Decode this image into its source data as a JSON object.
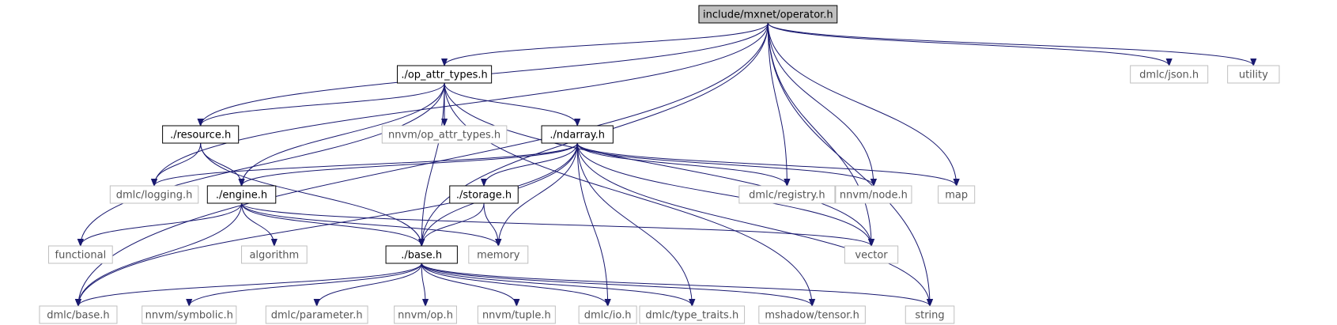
{
  "colors": {
    "edge": "#191970",
    "root_fill": "#bfbfbf",
    "root_border": "#000000",
    "local_border": "#000000",
    "external_border": "#bfbfbf",
    "local_text": "#000000",
    "external_text": "#555555"
  },
  "nodes": [
    {
      "id": "operator",
      "label": "include/mxnet/operator.h",
      "kind": "root"
    },
    {
      "id": "op_attr_types",
      "label": "./op_attr_types.h",
      "kind": "local"
    },
    {
      "id": "resource",
      "label": "./resource.h",
      "kind": "local"
    },
    {
      "id": "ndarray",
      "label": "./ndarray.h",
      "kind": "local"
    },
    {
      "id": "engine",
      "label": "./engine.h",
      "kind": "local"
    },
    {
      "id": "storage",
      "label": "./storage.h",
      "kind": "local"
    },
    {
      "id": "base",
      "label": "./base.h",
      "kind": "local"
    },
    {
      "id": "dmlc_json",
      "label": "dmlc/json.h",
      "kind": "external"
    },
    {
      "id": "utility",
      "label": "utility",
      "kind": "external"
    },
    {
      "id": "nnvm_op_attr",
      "label": "nnvm/op_attr_types.h",
      "kind": "external"
    },
    {
      "id": "dmlc_logging",
      "label": "dmlc/logging.h",
      "kind": "external"
    },
    {
      "id": "dmlc_registry",
      "label": "dmlc/registry.h",
      "kind": "external"
    },
    {
      "id": "nnvm_node",
      "label": "nnvm/node.h",
      "kind": "external"
    },
    {
      "id": "map",
      "label": "map",
      "kind": "external"
    },
    {
      "id": "functional",
      "label": "functional",
      "kind": "external"
    },
    {
      "id": "algorithm",
      "label": "algorithm",
      "kind": "external"
    },
    {
      "id": "memory",
      "label": "memory",
      "kind": "external"
    },
    {
      "id": "vector",
      "label": "vector",
      "kind": "external"
    },
    {
      "id": "dmlc_base",
      "label": "dmlc/base.h",
      "kind": "external"
    },
    {
      "id": "nnvm_symbolic",
      "label": "nnvm/symbolic.h",
      "kind": "external"
    },
    {
      "id": "dmlc_parameter",
      "label": "dmlc/parameter.h",
      "kind": "external"
    },
    {
      "id": "nnvm_op",
      "label": "nnvm/op.h",
      "kind": "external"
    },
    {
      "id": "nnvm_tuple",
      "label": "nnvm/tuple.h",
      "kind": "external"
    },
    {
      "id": "dmlc_io",
      "label": "dmlc/io.h",
      "kind": "external"
    },
    {
      "id": "dmlc_type_traits",
      "label": "dmlc/type_traits.h",
      "kind": "external"
    },
    {
      "id": "mshadow_tensor",
      "label": "mshadow/tensor.h",
      "kind": "external"
    },
    {
      "id": "string",
      "label": "string",
      "kind": "external"
    }
  ],
  "edges": [
    [
      "operator",
      "op_attr_types"
    ],
    [
      "operator",
      "resource"
    ],
    [
      "operator",
      "dmlc_logging"
    ],
    [
      "operator",
      "base"
    ],
    [
      "operator",
      "dmlc_base"
    ],
    [
      "operator",
      "dmlc_registry"
    ],
    [
      "operator",
      "nnvm_node"
    ],
    [
      "operator",
      "map"
    ],
    [
      "operator",
      "vector"
    ],
    [
      "operator",
      "string"
    ],
    [
      "operator",
      "dmlc_json"
    ],
    [
      "operator",
      "utility"
    ],
    [
      "op_attr_types",
      "resource"
    ],
    [
      "op_attr_types",
      "engine"
    ],
    [
      "op_attr_types",
      "base"
    ],
    [
      "op_attr_types",
      "nnvm_op_attr"
    ],
    [
      "op_attr_types",
      "ndarray"
    ],
    [
      "op_attr_types",
      "functional"
    ],
    [
      "op_attr_types",
      "vector"
    ],
    [
      "op_attr_types",
      "mshadow_tensor"
    ],
    [
      "resource",
      "dmlc_logging"
    ],
    [
      "resource",
      "engine"
    ],
    [
      "resource",
      "base"
    ],
    [
      "ndarray",
      "dmlc_logging"
    ],
    [
      "ndarray",
      "engine"
    ],
    [
      "ndarray",
      "storage"
    ],
    [
      "ndarray",
      "base"
    ],
    [
      "ndarray",
      "memory"
    ],
    [
      "ndarray",
      "dmlc_base"
    ],
    [
      "ndarray",
      "dmlc_io"
    ],
    [
      "ndarray",
      "dmlc_type_traits"
    ],
    [
      "ndarray",
      "string"
    ],
    [
      "ndarray",
      "dmlc_registry"
    ],
    [
      "ndarray",
      "nnvm_node"
    ],
    [
      "ndarray",
      "map"
    ],
    [
      "ndarray",
      "vector"
    ],
    [
      "engine",
      "functional"
    ],
    [
      "engine",
      "algorithm"
    ],
    [
      "engine",
      "base"
    ],
    [
      "engine",
      "memory"
    ],
    [
      "engine",
      "vector"
    ],
    [
      "engine",
      "dmlc_base"
    ],
    [
      "storage",
      "base"
    ],
    [
      "storage",
      "memory"
    ],
    [
      "base",
      "dmlc_base"
    ],
    [
      "base",
      "nnvm_symbolic"
    ],
    [
      "base",
      "dmlc_parameter"
    ],
    [
      "base",
      "nnvm_op"
    ],
    [
      "base",
      "nnvm_tuple"
    ],
    [
      "base",
      "dmlc_io"
    ],
    [
      "base",
      "dmlc_type_traits"
    ],
    [
      "base",
      "mshadow_tensor"
    ],
    [
      "base",
      "string"
    ]
  ]
}
